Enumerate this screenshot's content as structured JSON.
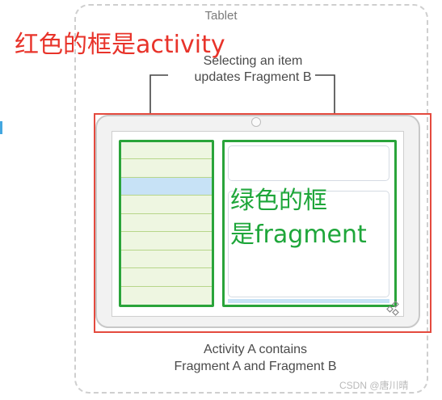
{
  "tablet": {
    "label": "Tablet"
  },
  "annotations": {
    "activity_note": "红色的框是activity",
    "fragment_note_line1": "绿色的框",
    "fragment_note_line2": "是fragment"
  },
  "flow": {
    "line1": "Selecting an item",
    "line2": "updates Fragment B"
  },
  "caption": {
    "line1": "Activity A contains",
    "line2": "Fragment A and Fragment B"
  },
  "watermark": "CSDN @唐川晴",
  "colors": {
    "activity_box": "#e44a3e",
    "fragment_box": "#2aa43a",
    "activity_text": "#e8332a",
    "fragment_text": "#1ea63a",
    "list_bg": "#eef6e1",
    "selected_row": "#c7e2f6"
  },
  "list": {
    "row_count": 9,
    "selected_index": 2
  },
  "icons": {
    "resize": "resize-grip-icon",
    "arrow": "arrow-down-icon"
  }
}
